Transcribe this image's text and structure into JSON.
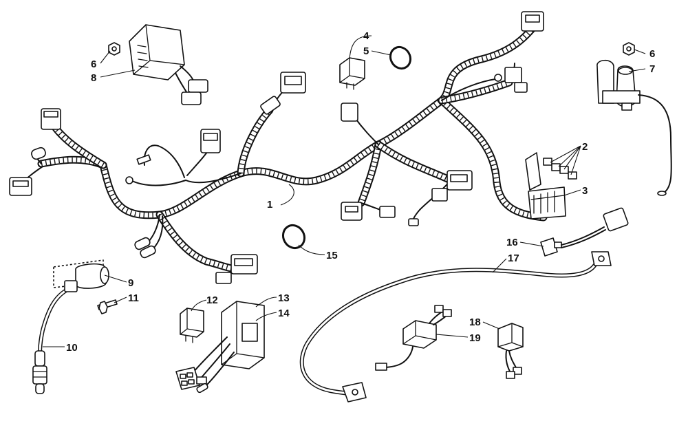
{
  "callouts": [
    {
      "id": "c1",
      "label": "1"
    },
    {
      "id": "c2",
      "label": "2"
    },
    {
      "id": "c3",
      "label": "3"
    },
    {
      "id": "c4",
      "label": "4"
    },
    {
      "id": "c5",
      "label": "5"
    },
    {
      "id": "c6a",
      "label": "6"
    },
    {
      "id": "c6b",
      "label": "6"
    },
    {
      "id": "c7",
      "label": "7"
    },
    {
      "id": "c8",
      "label": "8"
    },
    {
      "id": "c9",
      "label": "9"
    },
    {
      "id": "c10",
      "label": "10"
    },
    {
      "id": "c11",
      "label": "11"
    },
    {
      "id": "c12",
      "label": "12"
    },
    {
      "id": "c13",
      "label": "13"
    },
    {
      "id": "c14",
      "label": "14"
    },
    {
      "id": "c15",
      "label": "15"
    },
    {
      "id": "c16",
      "label": "16"
    },
    {
      "id": "c17",
      "label": "17"
    },
    {
      "id": "c18",
      "label": "18"
    },
    {
      "id": "c19",
      "label": "19"
    }
  ]
}
